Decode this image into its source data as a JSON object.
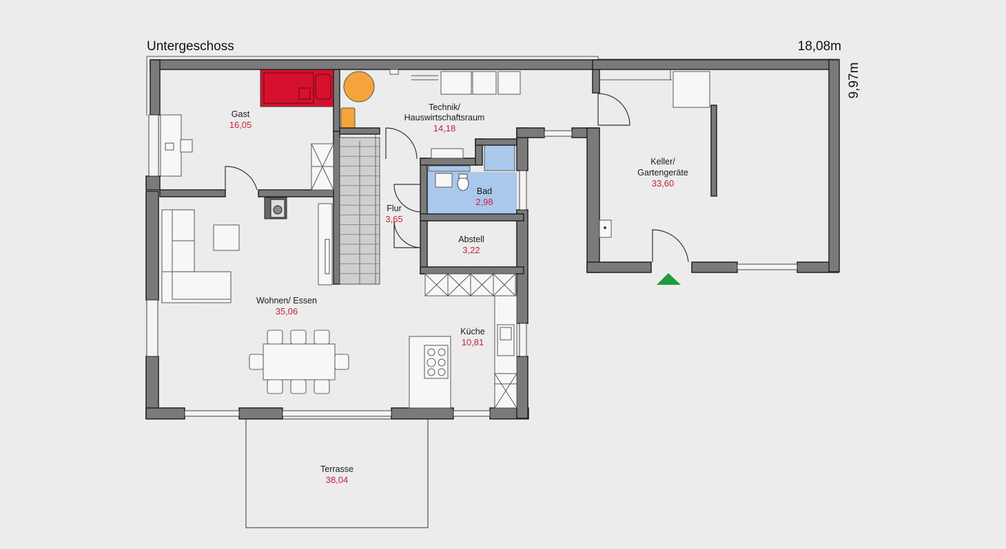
{
  "floor_title": "Untergeschoss",
  "dimensions": {
    "width": "18,08m",
    "depth": "9,97m"
  },
  "colors": {
    "wall": "#7a7a7a",
    "area_text": "#c8203c",
    "bed": "#d6112e",
    "heating_unit": "#f4a43a",
    "bathroom_fill": "#a9c8ec",
    "entrance_marker": "#1f9a3f"
  },
  "rooms": {
    "gast": {
      "name": "Gast",
      "area": "16,05"
    },
    "technik": {
      "name_line1": "Technik/",
      "name_line2": "Hauswirtschaftsraum",
      "area": "14,18"
    },
    "bad": {
      "name": "Bad",
      "area": "2,98"
    },
    "flur": {
      "name": "Flur",
      "area": "3,65"
    },
    "abstell": {
      "name": "Abstell",
      "area": "3,22"
    },
    "keller": {
      "name_line1": "Keller/",
      "name_line2": "Gartengeräte",
      "area": "33,60"
    },
    "wohnen": {
      "name": "Wohnen/ Essen",
      "area": "35,06"
    },
    "kueche": {
      "name": "Küche",
      "area": "10,81"
    },
    "terrasse": {
      "name": "Terrasse",
      "area": "38,04"
    }
  }
}
